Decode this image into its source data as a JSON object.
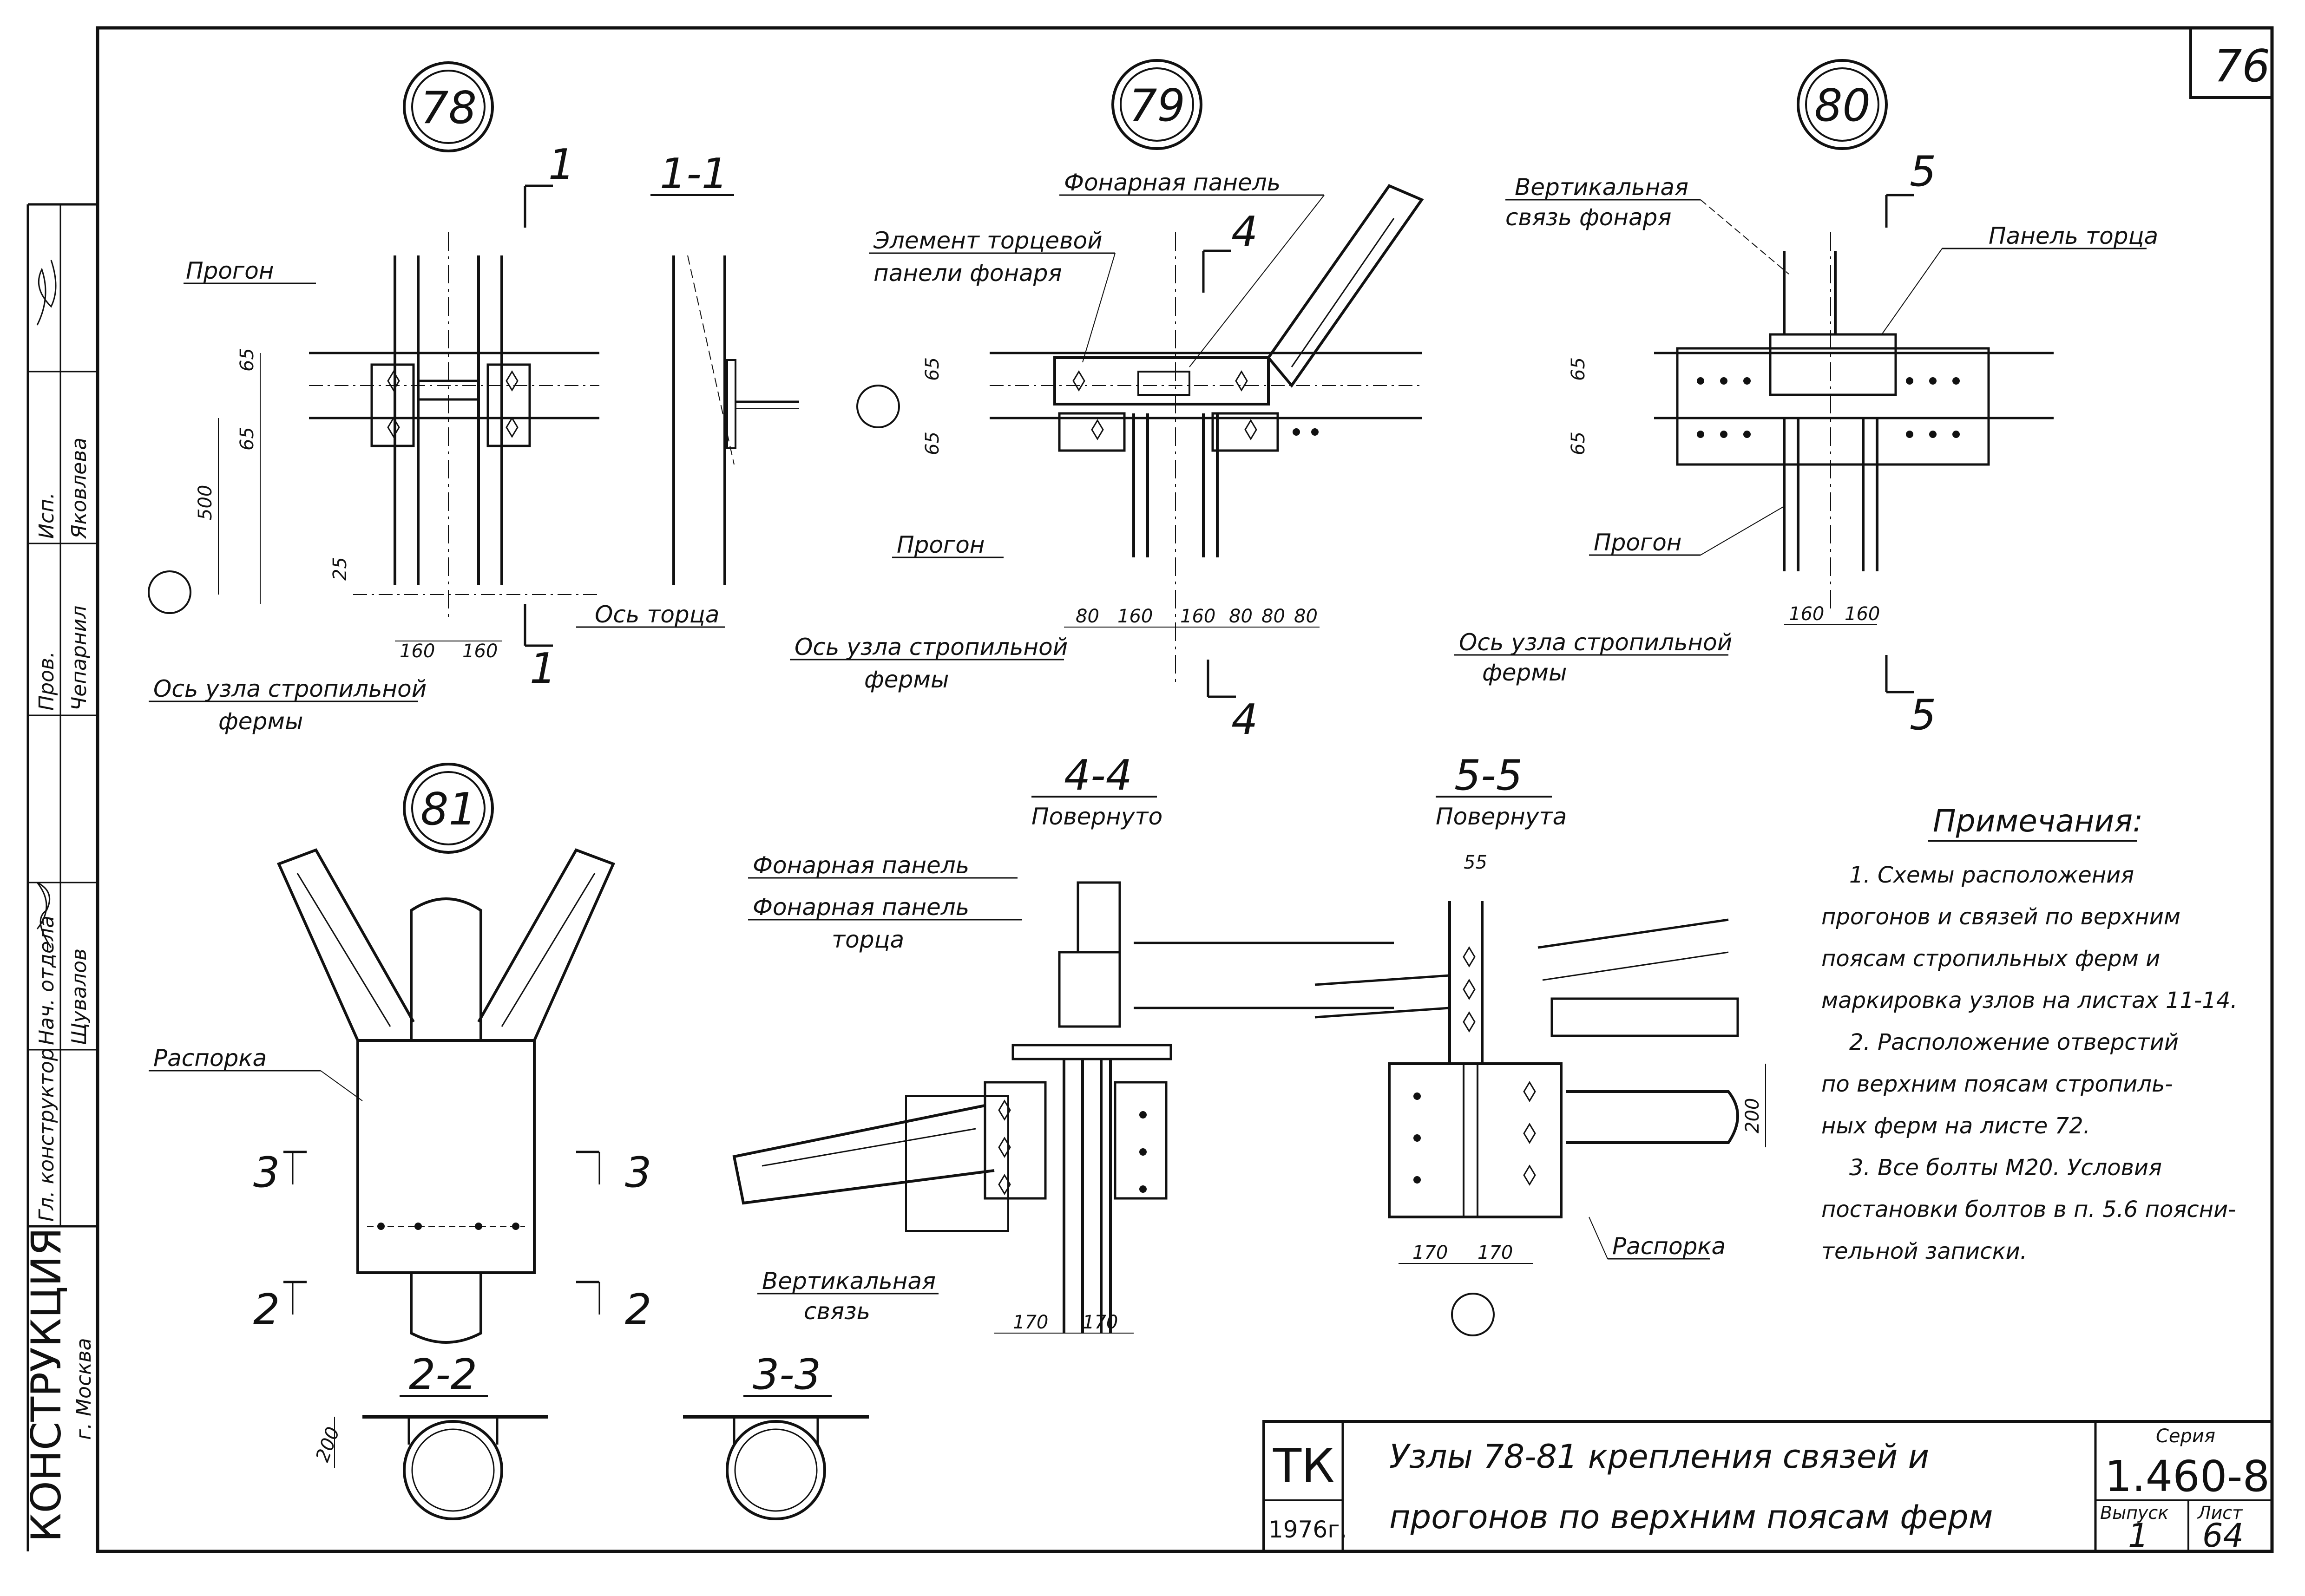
{
  "sheet_number": "76",
  "node_markers": [
    "78",
    "79",
    "80",
    "81"
  ],
  "view_78": {
    "labels": {
      "progon": "Прогон",
      "axis_end": "Ось торца",
      "axis_truss_1": "Ось узла стропильной",
      "axis_truss_2": "фермы"
    },
    "section_mark": "1",
    "section_title": "1-1",
    "dims": {
      "d65a": "65",
      "d65b": "65",
      "d500": "500",
      "d25": "25",
      "d160a": "160",
      "d160b": "160"
    }
  },
  "view_79": {
    "labels": {
      "lantern_panel": "Фонарная панель",
      "end_panel_1": "Элемент торцевой",
      "end_panel_2": "панели фонаря",
      "progon": "Прогон",
      "axis_truss_1": "Ось узла стропильной",
      "axis_truss_2": "фермы"
    },
    "section_mark": "4",
    "dims": {
      "d65a": "65",
      "d65b": "65",
      "d80a": "80",
      "d160a": "160",
      "d160b": "160",
      "d80b": "80",
      "d80c": "80",
      "d80d": "80"
    }
  },
  "view_80": {
    "labels": {
      "vert_brace_1": "Вертикальная",
      "vert_brace_2": "связь фонаря",
      "end_panel": "Панель торца",
      "progon": "Прогон",
      "axis_truss_1": "Ось узла стропильной",
      "axis_truss_2": "фермы"
    },
    "section_mark": "5",
    "dims": {
      "d65a": "65",
      "d65b": "65",
      "d160a": "160",
      "d160b": "160"
    }
  },
  "view_81": {
    "labels": {
      "strut": "Распорка"
    },
    "marks": {
      "m3": "3",
      "m2": "2"
    },
    "section_22": "2-2",
    "section_33": "3-3",
    "dims": {
      "d200": "200"
    }
  },
  "section_44": {
    "title": "4-4",
    "subtitle": "Повернуто",
    "labels": {
      "lantern_panel": "Фонарная панель",
      "lantern_end_1": "Фонарная панель",
      "lantern_end_2": "торца",
      "vert_brace_1": "Вертикальная",
      "vert_brace_2": "связь"
    },
    "dims": {
      "d170a": "170",
      "d170b": "170"
    }
  },
  "section_55": {
    "title": "5-5",
    "subtitle": "Повернута",
    "labels": {
      "strut": "Распорка"
    },
    "dims": {
      "d55": "55",
      "d200": "200",
      "d170a": "170",
      "d170b": "170"
    }
  },
  "notes": {
    "title": "Примечания:",
    "lines": [
      "1.  Схемы расположения",
      "прогонов и связей  по верхним",
      "поясам  стропильных ферм и",
      "маркировка  узлов на листах 11-14.",
      "2.  Расположение  отверстий",
      "по верхним  поясам  стропиль-",
      "ных  ферм  на листе  72.",
      "3.  Все болты М20. Условия",
      "постановки  болтов  в п. 5.6  поясни-",
      "тельной  записки."
    ]
  },
  "title_block": {
    "org": "ТК",
    "year": "1976г.",
    "title_1": "Узлы  78-81  крепления  связей  и",
    "title_2": "прогонов   по верхним  поясам  ферм",
    "series_label": "Серия",
    "series": "1.460-8",
    "issue_label": "Выпуск",
    "issue": "1",
    "sheet_label": "Лист",
    "sheet": "64"
  },
  "side_stamp": {
    "rows": [
      {
        "role": "Исп.",
        "name": "Яковлева"
      },
      {
        "role": "Пров.",
        "name": "Чепарнил"
      },
      {
        "role": "Нач. отдела",
        "name": "Щувалов"
      },
      {
        "role": "Гл. конструктор",
        "name": ""
      }
    ],
    "org_1": "КОНСТРУКЦИЯ",
    "org_2": "г. Москва"
  }
}
